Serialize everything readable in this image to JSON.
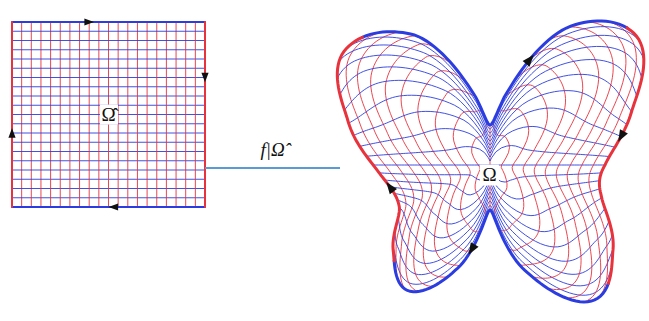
{
  "diagram": {
    "nodes": [
      {
        "text": [
          "Ω̂"
        ]
      },
      {
        "text": [
          "Ω"
        ]
      }
    ],
    "edges": [
      {
        "from": 0,
        "to": 1,
        "arrow": "none",
        "label": "f|Ω̂"
      }
    ]
  }
}
